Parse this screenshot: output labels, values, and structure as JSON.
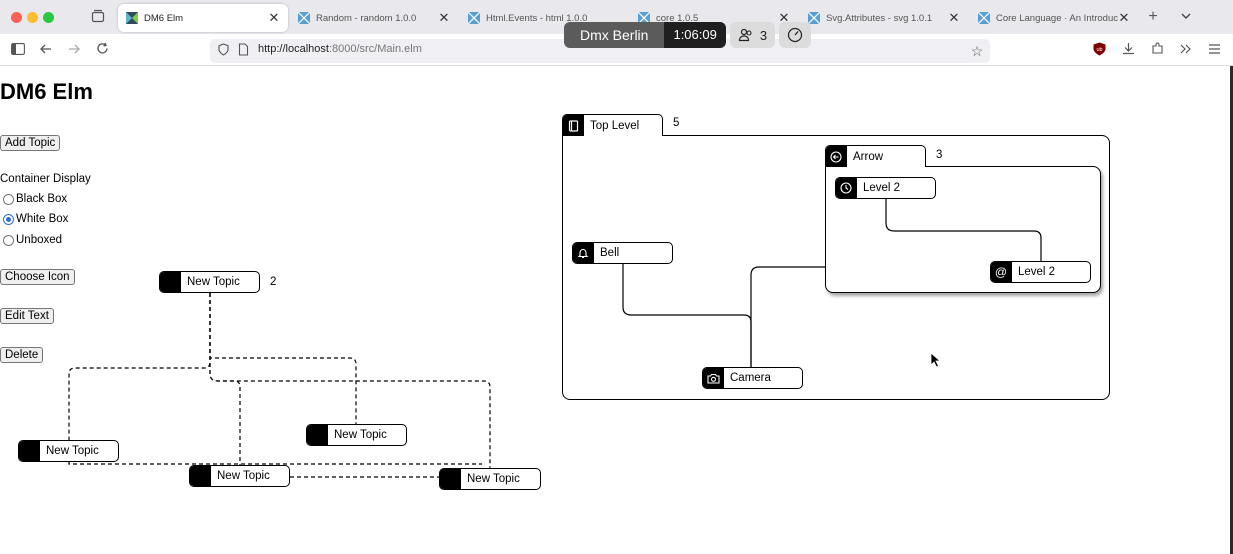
{
  "browser": {
    "tabs": [
      {
        "title": "DM6 Elm",
        "active": true
      },
      {
        "title": "Random - random 1.0.0",
        "active": false
      },
      {
        "title": "Html.Events - html 1.0.0",
        "active": false
      },
      {
        "title": "core 1.0.5",
        "active": false
      },
      {
        "title": "Svg.Attributes - svg 1.0.1",
        "active": false
      },
      {
        "title": "Core Language · An Introducti",
        "active": false
      }
    ],
    "url_host": "http://localhost",
    "url_path": ":8000/src/Main.elm"
  },
  "overlay": {
    "name": "Dmx Berlin",
    "time": "1:06:09",
    "participants": "3"
  },
  "app": {
    "title": "DM6 Elm",
    "add_topic": "Add Topic",
    "container_display_label": "Container Display",
    "display_options": [
      {
        "label": "Black Box",
        "checked": false
      },
      {
        "label": "White Box",
        "checked": true
      },
      {
        "label": "Unboxed",
        "checked": false
      }
    ],
    "choose_icon": "Choose Icon",
    "edit_text": "Edit Text",
    "delete": "Delete"
  },
  "map": {
    "topics": [
      {
        "label": "New Topic",
        "count": "2"
      },
      {
        "label": "New Topic"
      },
      {
        "label": "New Topic"
      },
      {
        "label": "New Topic"
      },
      {
        "label": "New Topic"
      }
    ],
    "top_level": {
      "label": "Top Level",
      "count": "5",
      "icon": "book-icon"
    },
    "arrow": {
      "label": "Arrow",
      "count": "3",
      "icon": "arrow-circle-icon"
    },
    "level2_a": {
      "label": "Level 2",
      "icon": "clock-icon"
    },
    "level2_b": {
      "label": "Level 2",
      "icon": "at-icon"
    },
    "bell": {
      "label": "Bell",
      "icon": "bell-icon"
    },
    "camera": {
      "label": "Camera",
      "icon": "camera-icon"
    }
  },
  "colors": {
    "tabbar_bg": "#e8e8ed",
    "radio_accent": "#2e6fdc",
    "topic_icon_bg": "#000000"
  }
}
